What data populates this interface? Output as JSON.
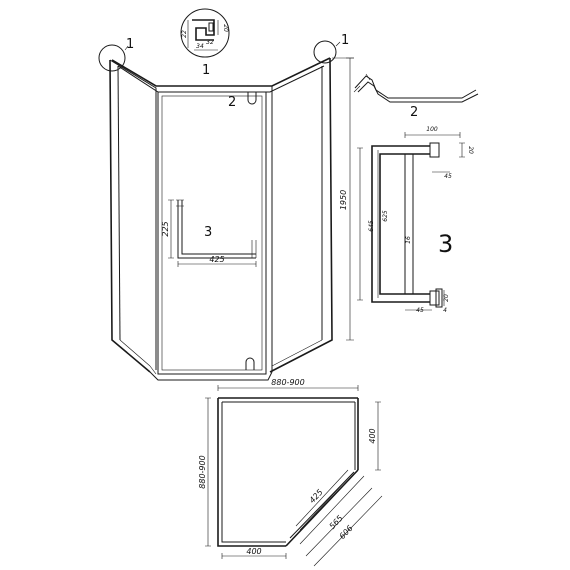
{
  "callouts": {
    "profile": "1",
    "hinge": "2",
    "handle": "3"
  },
  "dimensions": {
    "height": "1950",
    "plan_width": "880-900",
    "plan_depth": "880-900",
    "plan_side_bottom": "400",
    "plan_side_right": "400",
    "plan_diag_handle": "425",
    "plan_diag_door": "565",
    "plan_diag_total": "606",
    "handle_height": "225",
    "handle_length": "425",
    "detail_profile_22": "22",
    "detail_profile_20": "20",
    "detail_profile_34": "34",
    "detail_profile_32": "32",
    "detail_handle_width": "100",
    "detail_handle_20_top": "20",
    "detail_handle_45_top": "45",
    "detail_handle_645": "645",
    "detail_handle_625": "625",
    "detail_handle_dia": "16",
    "detail_handle_45_bottom": "45",
    "detail_handle_20_bottom": "20",
    "detail_handle_4": "4"
  }
}
